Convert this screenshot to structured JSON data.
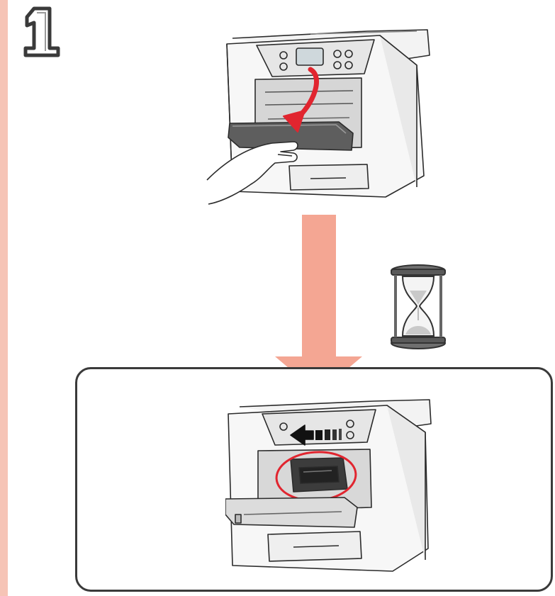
{
  "step": {
    "number": "1"
  },
  "colors": {
    "sidebar": "#f6c4b6",
    "arrow": "#f4a693",
    "accent_red": "#e1252f",
    "outline": "#3a3a3a"
  },
  "icons": {
    "step_badge": "digit-one-outline",
    "flow_arrow": "arrow-down",
    "wait": "hourglass-icon",
    "move_direction": "arrow-left"
  }
}
